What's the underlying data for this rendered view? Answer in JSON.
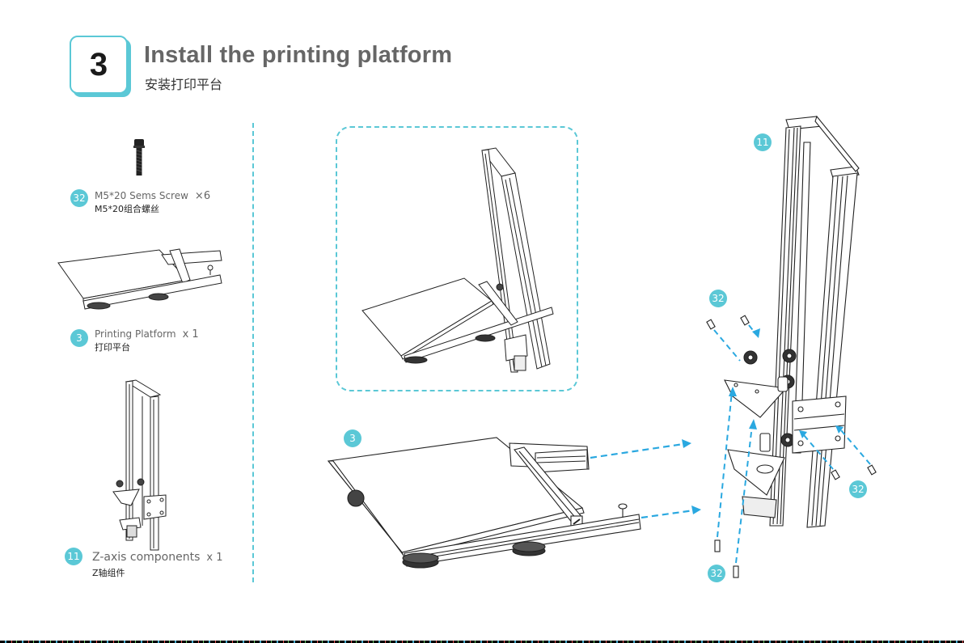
{
  "step": {
    "number": "3",
    "title_en": "Install the printing platform",
    "title_cn": "安装打印平台"
  },
  "parts": [
    {
      "badge": "32",
      "name_en": "M5*20 Sems Screw",
      "qty": "×6",
      "name_cn": "M5*20组合螺丝",
      "icon": "screw-icon"
    },
    {
      "badge": "3",
      "name_en": "Printing Platform",
      "qty": "x 1",
      "name_cn": "打印平台",
      "icon": "printing-platform-icon"
    },
    {
      "badge": "11",
      "name_en": "Z-axis components",
      "qty": "x 1",
      "name_cn": "Z轴组件",
      "icon": "z-axis-icon"
    }
  ],
  "diagram": {
    "callouts": {
      "platform": "3",
      "z_axis": "11",
      "screws_top": "32",
      "screws_right": "32",
      "screws_bottom": "32"
    }
  },
  "colors": {
    "accent": "#5bc8d6",
    "arrow": "#2aa8e0",
    "title": "#666666"
  }
}
